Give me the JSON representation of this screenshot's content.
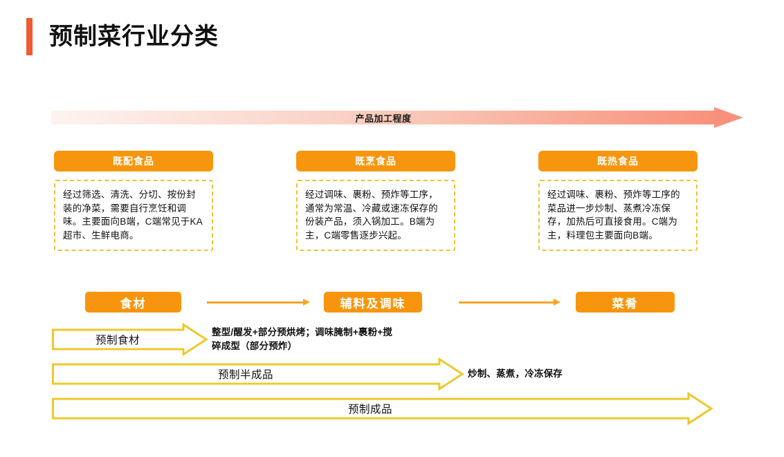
{
  "page": {
    "title": "预制菜行业分类",
    "accent_color": "#F05A32",
    "orange": "#F7960E",
    "yellow": "#E9C533",
    "salmon": "#F8917C"
  },
  "process_axis": {
    "label": "产品加工程度",
    "icon": "gradient-arrow-right-icon"
  },
  "categories": [
    {
      "header": "既配食品",
      "description": "经过筛选、清洗、分切、按份封装的净菜，需要自行烹饪和调味。主要面向B端，C端常见于KA超市、生鲜电商。"
    },
    {
      "header": "既烹食品",
      "description": "经过调味、裹粉、预炸等工序，通常为常温、冷藏或速冻保存的份装产品，须入锅加工。B端为主，C端零售逐步兴起。"
    },
    {
      "header": "既热食品",
      "description": "经过调味、裹粉、预炸等工序的菜品进一步炒制、蒸煮冷冻保存，加热后可直接食用。C端为主，料理包主要面向B端。"
    }
  ],
  "flow": {
    "steps": [
      {
        "label": "食材"
      },
      {
        "label": "辅料及调味"
      },
      {
        "label": "菜肴"
      }
    ],
    "connector_icon": "arrow-right-icon"
  },
  "stages": [
    {
      "label": "预制食材",
      "note": "整型/醒发+部分预烘烤；调味腌制+裹粉+搅碎成型（部分预炸）"
    },
    {
      "label": "预制半成品",
      "note": "炒制、蒸煮，冷冻保存"
    },
    {
      "label": "预制成品",
      "note": ""
    }
  ]
}
